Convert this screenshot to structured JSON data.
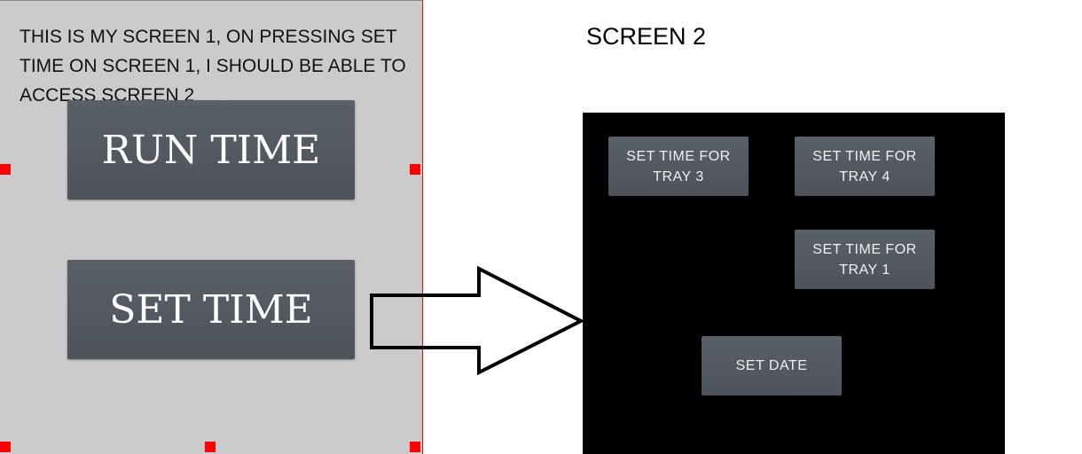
{
  "screen1": {
    "note": "THIS IS MY SCREEN 1, ON PRESSING SET TIME ON SCREEN 1, I SHOULD BE ABLE TO ACCESS SCREEN 2",
    "buttons": {
      "run_time": "RUN TIME",
      "set_time": "SET TIME"
    }
  },
  "screen2": {
    "title": "SCREEN 2",
    "buttons": {
      "tray3": "SET TIME FOR TRAY 3",
      "tray4": "SET TIME FOR TRAY 4",
      "tray1": "SET TIME FOR TRAY 1",
      "set_date": "SET DATE"
    }
  }
}
